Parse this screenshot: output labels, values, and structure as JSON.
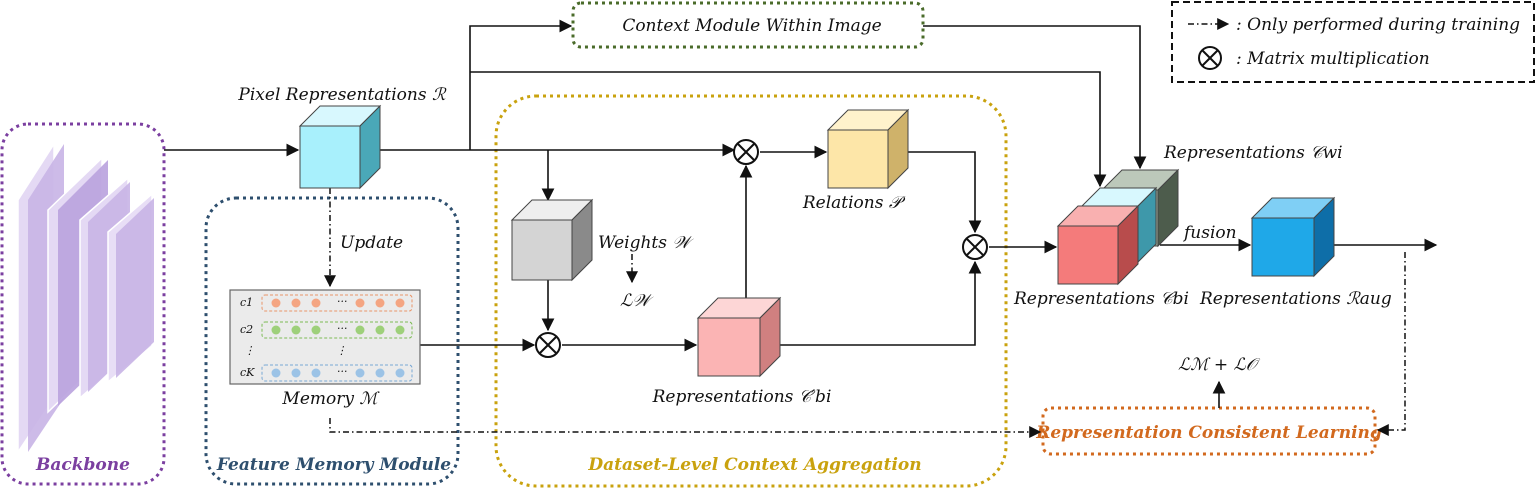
{
  "legend": {
    "dashdot_label": ": Only performed during training",
    "matmul_label": ": Matrix multiplication"
  },
  "modules": {
    "backbone": {
      "label": "Backbone",
      "color": "#7b3fa0"
    },
    "feature_memory": {
      "label": "Feature Memory Module",
      "color": "#2e4f6e"
    },
    "dataset_context": {
      "label": "Dataset-Level Context Aggregation",
      "color": "#c9a20e"
    },
    "context_within": {
      "label": "Context Module Within Image",
      "color": "#4a6b2a"
    },
    "consistent_learning": {
      "label": "Representation Consistent Learning",
      "color": "#d2691e"
    }
  },
  "labels": {
    "pixel_repr": "Pixel Representations ℛ",
    "update": "Update",
    "memory": "Memory ℳ",
    "weights": "Weights 𝒲",
    "loss_w": "ℒ𝒲",
    "relations": "Relations 𝒫",
    "repr_cbi_prime": "Representations 𝒞′bi",
    "repr_cwi": "Representations 𝒞wi",
    "repr_cbi": "Representations 𝒞bi",
    "fusion": "fusion",
    "repr_aug": "Representations ℛaug",
    "loss_mo": "ℒℳ + ℒ𝒪"
  },
  "memory_rows": [
    {
      "label": "c1",
      "dots_color": "#f4a582",
      "border_color": "#e8956a"
    },
    {
      "label": "c2",
      "dots_color": "#9ed07a",
      "border_color": "#7dbb56"
    },
    {
      "label": "cK",
      "dots_color": "#9cc3e6",
      "border_color": "#7aa8d4"
    }
  ],
  "colors": {
    "pixel_cube": "#a8f0fc",
    "weights_cube": "#d4d4d4",
    "relations_cube": "#fde6a8",
    "cbi_prime_cube": "#fbb4b4",
    "cwi_cube": "#9aaa98",
    "light_cube": "#a8f0fc",
    "cbi_cube": "#f47b7b",
    "aug_cube": "#1fa8e8",
    "backbone_layer": "#c8b4e6"
  }
}
